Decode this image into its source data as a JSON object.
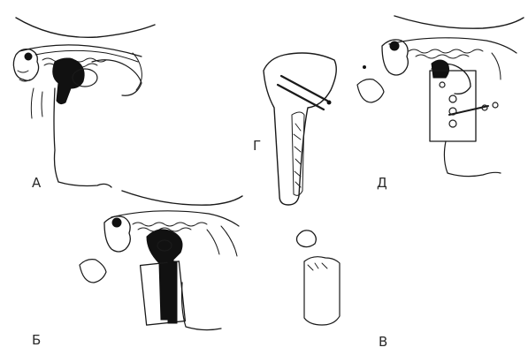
{
  "figure": {
    "panels": [
      {
        "id": "A",
        "label": "А"
      },
      {
        "id": "B",
        "label": "Б"
      },
      {
        "id": "V",
        "label": "В"
      },
      {
        "id": "G",
        "label": "Г"
      },
      {
        "id": "D",
        "label": "Д"
      }
    ],
    "colors": {
      "ink": "#1a1a1a",
      "background": "#ffffff"
    }
  }
}
